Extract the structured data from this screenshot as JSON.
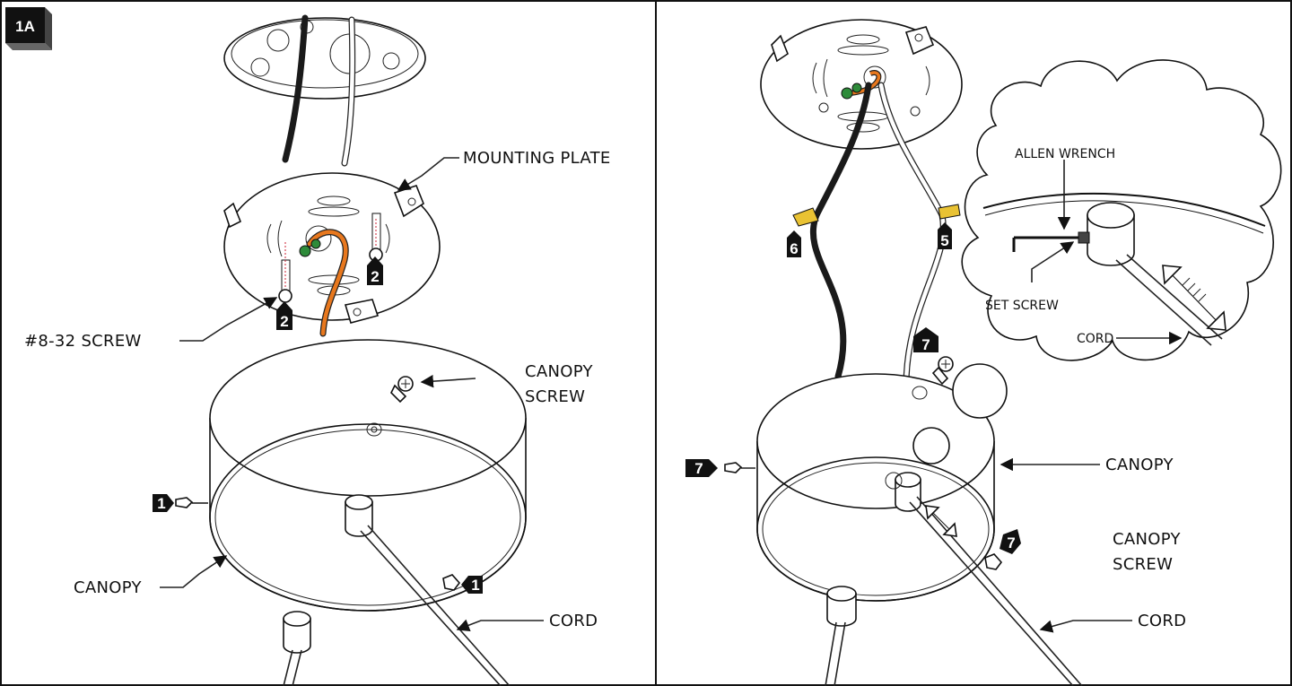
{
  "step_tag": "1A",
  "left_panel": {
    "labels": {
      "mounting_plate": "MOUNTING PLATE",
      "screw": "#8-32 SCREW",
      "canopy_screw_1": "CANOPY",
      "canopy_screw_2": "SCREW",
      "canopy": "CANOPY",
      "cord": "CORD"
    },
    "badges": [
      "2",
      "2",
      "1",
      "1"
    ]
  },
  "right_panel": {
    "labels": {
      "allen_wrench": "ALLEN WRENCH",
      "set_screw": "SET SCREW",
      "detail_cord": "CORD",
      "canopy": "CANOPY",
      "canopy_screw_1": "CANOPY",
      "canopy_screw_2": "SCREW",
      "cord": "CORD"
    },
    "badges": [
      "6",
      "5",
      "7",
      "7",
      "7"
    ]
  },
  "colors": {
    "black_wire": "#1a1a1a",
    "ground_wire": "#e8781e",
    "wire_nut_yellow": "#e9c233",
    "green_screw": "#2e8b3a",
    "badge": "#111111"
  }
}
